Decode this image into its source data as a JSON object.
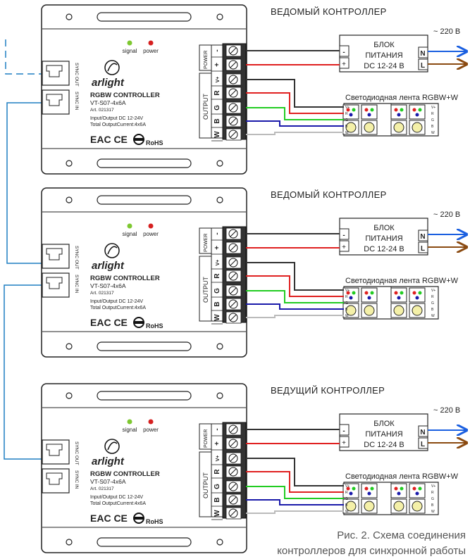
{
  "colors": {
    "wire_black": "#333333",
    "wire_red": "#e02020",
    "wire_green": "#22cc22",
    "wire_blue": "#1a1aaa",
    "wire_white": "#bbbbbb",
    "sync_line": "#1f7fc2",
    "mains_n": "#1a5fe0",
    "mains_l": "#8a4a10",
    "led_signal": "#7ec831",
    "led_power": "#d62020"
  },
  "controllers": [
    {
      "role": "ВЕДОМЫЙ КОНТРОЛЛЕР"
    },
    {
      "role": "ВЕДОМЫЙ КОНТРОЛЛЕР"
    },
    {
      "role": "ВЕДУЩИЙ КОНТРОЛЛЕР"
    }
  ],
  "controller": {
    "signal": "signal",
    "power": "power",
    "brand": "arlight",
    "title": "RGBW CONTROLLER",
    "model": "VT-S07-4x6A",
    "art": "Art. 021317",
    "io": "Input/Output DC 12-24V",
    "current": "Total OutputCurrent:4x6A",
    "marks": "EAC CE",
    "rohs": "RoHS",
    "sync_out": "SYNC OUT",
    "sync_in": "SYNC IN",
    "power_group": "POWER",
    "output_group": "OUTPUT",
    "terminals": [
      "-",
      "+",
      "V+",
      "R",
      "G",
      "B",
      "W"
    ]
  },
  "psu": {
    "line1": "БЛОК",
    "line2": "ПИТАНИЯ",
    "line3": "DC 12-24 В",
    "minus": "-",
    "plus": "+",
    "n": "N",
    "l": "L",
    "mains": "~ 220 В"
  },
  "strip": {
    "label": "Светодиодная лента RGBW+W",
    "pins": [
      "V+",
      "R",
      "G",
      "B",
      "W"
    ]
  },
  "caption": {
    "line1": "Рис. 2. Схема соединения",
    "line2": "контроллеров для синхронной работы"
  }
}
